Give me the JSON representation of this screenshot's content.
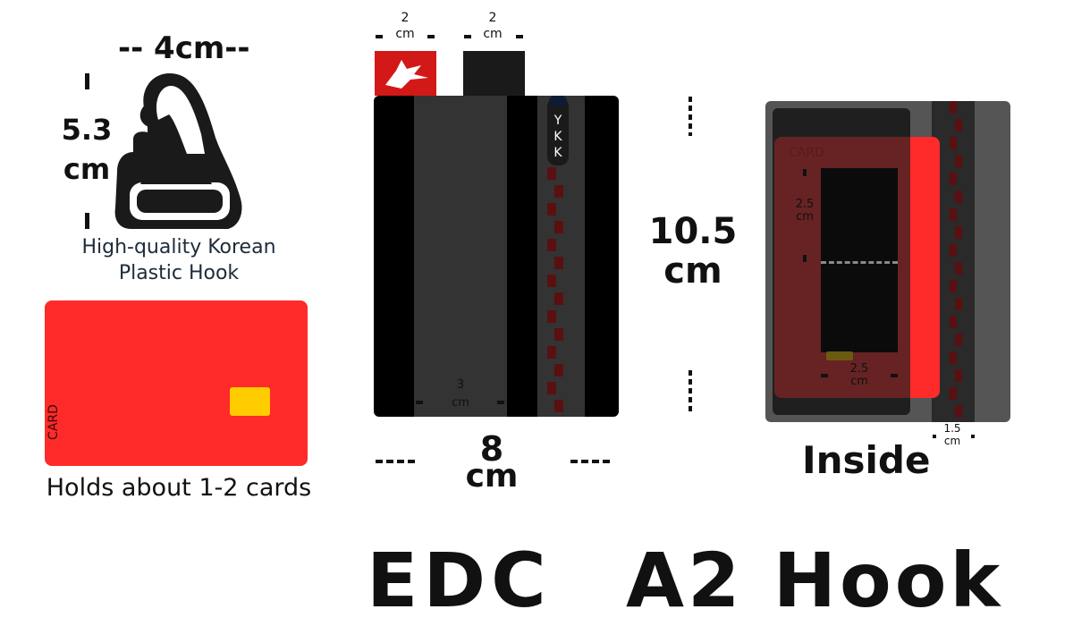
{
  "hook": {
    "width_label": "-- 4cm--",
    "height_label_1": "5.3",
    "height_label_2": "cm",
    "caption_1": "High-quality Korean",
    "caption_2": "Plastic Hook",
    "color": "#1a1a1a",
    "caption_color": "#1d2b3a"
  },
  "card": {
    "label": "CARD",
    "caption": "Holds about 1-2 cards",
    "color": "#ff2a2a",
    "chip_color": "#ffcc00"
  },
  "tabs": {
    "left_label_1": "2",
    "left_label_2": "cm",
    "right_label_1": "2",
    "right_label_2": "cm",
    "logo_color": "#d31818"
  },
  "wallet": {
    "zipper_brand": [
      "Y",
      "K",
      "K"
    ],
    "inner_label_1": "3",
    "inner_label_2": "cm",
    "width_label_1": "8",
    "width_label_2": "cm",
    "height_label_1": "10.5",
    "height_label_2": "cm",
    "body_color": "#000000",
    "band_color": "#333333",
    "zipper_color": "#5a1010"
  },
  "inside": {
    "card_label": "CARD",
    "slot_label_1": "2.5",
    "slot_label_2": "cm",
    "bottom_label_1": "2.5",
    "bottom_label_2": "cm",
    "side_label_1": "1.5",
    "side_label_2": "cm",
    "caption": "Inside"
  },
  "title": {
    "word_1": "EDC",
    "word_2": "A2 Hook"
  }
}
